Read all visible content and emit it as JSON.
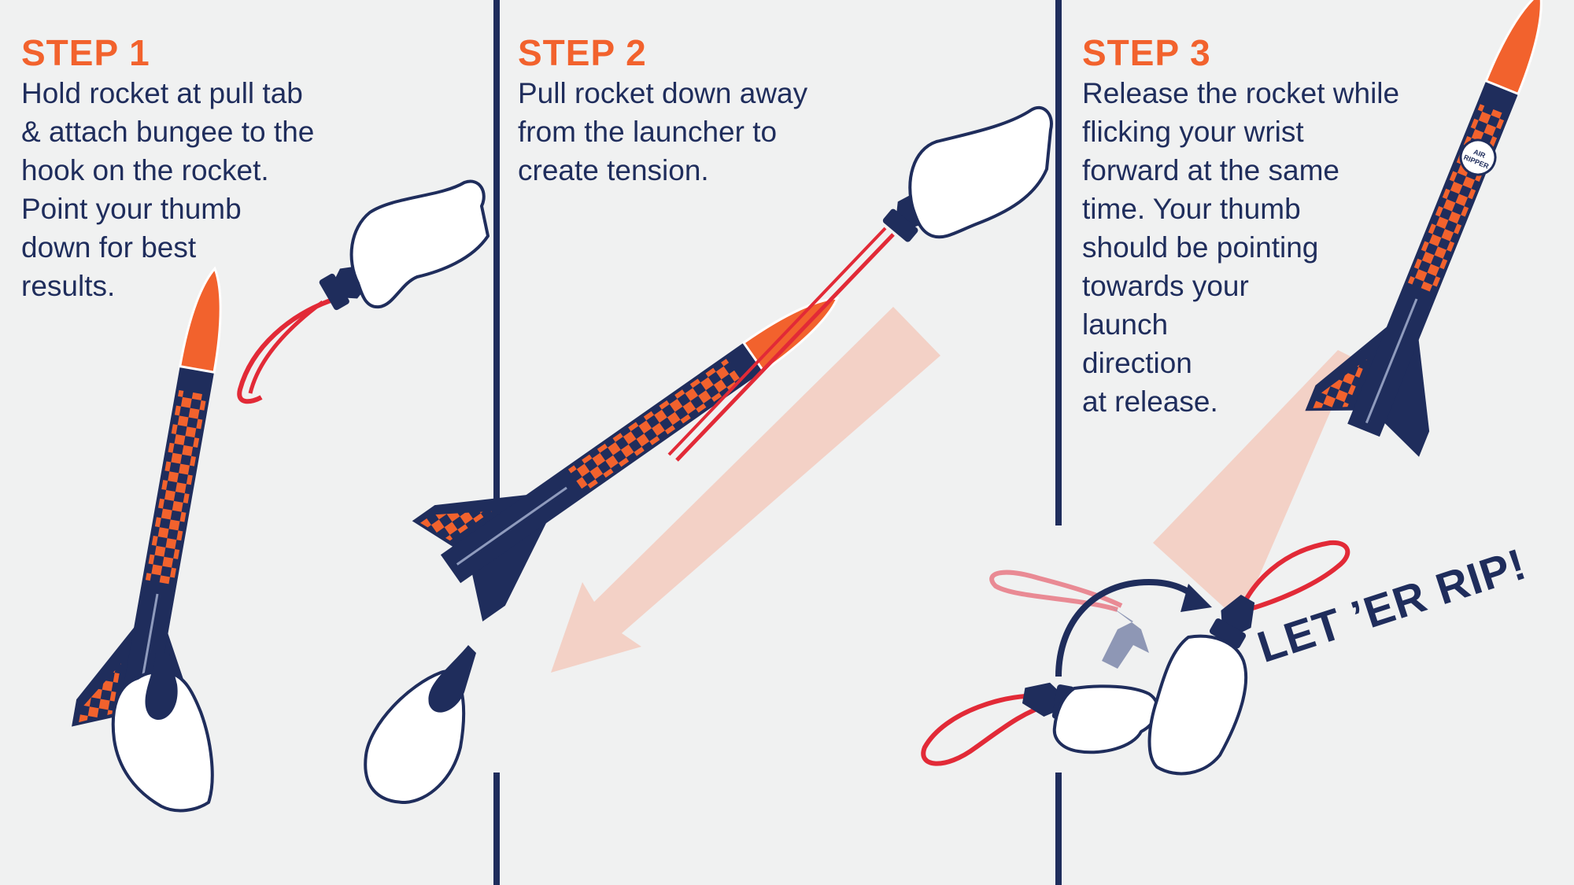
{
  "steps": [
    {
      "title": "STEP 1",
      "lines": [
        "Hold rocket at pull tab",
        "& attach bungee to the",
        "hook on the rocket.",
        "Point your thumb",
        "down for best",
        "results."
      ]
    },
    {
      "title": "STEP 2",
      "lines": [
        "Pull rocket down away",
        "from the launcher to",
        "create tension."
      ]
    },
    {
      "title": "STEP 3",
      "lines": [
        "Release the rocket while",
        "flicking your wrist",
        "forward at the same",
        "time. Your thumb",
        "should be pointing",
        "towards your",
        "launch",
        "direction",
        "at release."
      ]
    }
  ],
  "slogan": "LET ’ER RIP!",
  "rocket_badge": [
    "AIR",
    "RIPPER"
  ],
  "colors": {
    "background": "#f0f1f1",
    "navy": "#1f2d5c",
    "orange": "#f2622d",
    "bungee_red": "#e22a37",
    "motion_arrow": "#f3d1c6"
  }
}
